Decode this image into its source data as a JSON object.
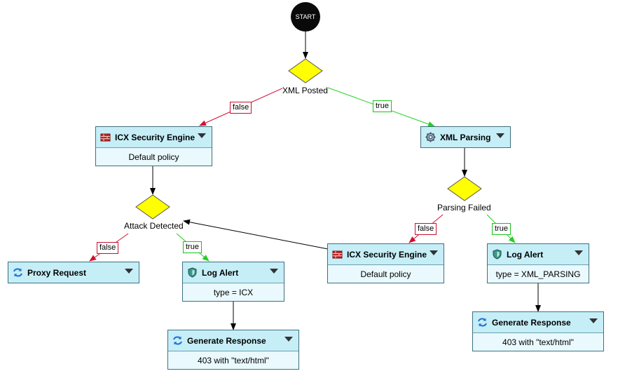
{
  "start_label": "START",
  "decisions": {
    "xml_posted": "XML Posted",
    "parsing_failed": "Parsing Failed",
    "attack_detected": "Attack Detected"
  },
  "edge_labels": {
    "false": "false",
    "true": "true"
  },
  "nodes": {
    "icx_left": {
      "title": "ICX Security Engine",
      "detail": "Default policy",
      "icon": "firewall-icon"
    },
    "xml_parsing": {
      "title": "XML Parsing",
      "icon": "gear-icon"
    },
    "icx_right": {
      "title": "ICX Security Engine",
      "detail": "Default policy",
      "icon": "firewall-icon"
    },
    "proxy_request": {
      "title": "Proxy Request",
      "icon": "refresh-arrows-icon"
    },
    "log_alert_left": {
      "title": "Log Alert",
      "detail": "type = ICX",
      "icon": "shield-icon"
    },
    "log_alert_right": {
      "title": "Log Alert",
      "detail": "type = XML_PARSING",
      "icon": "shield-icon"
    },
    "gen_response_left": {
      "title": "Generate Response",
      "detail": "403 with \"text/html\"",
      "icon": "refresh-arrows-icon"
    },
    "gen_response_right": {
      "title": "Generate Response",
      "detail": "403 with \"text/html\"",
      "icon": "refresh-arrows-icon"
    }
  },
  "colors": {
    "node_header": "#c6eef7",
    "node_body": "#e9f9fd",
    "decision_fill": "#ffff00",
    "edge_false": "#d01030",
    "edge_true": "#22d022",
    "edge_default": "#000000"
  }
}
